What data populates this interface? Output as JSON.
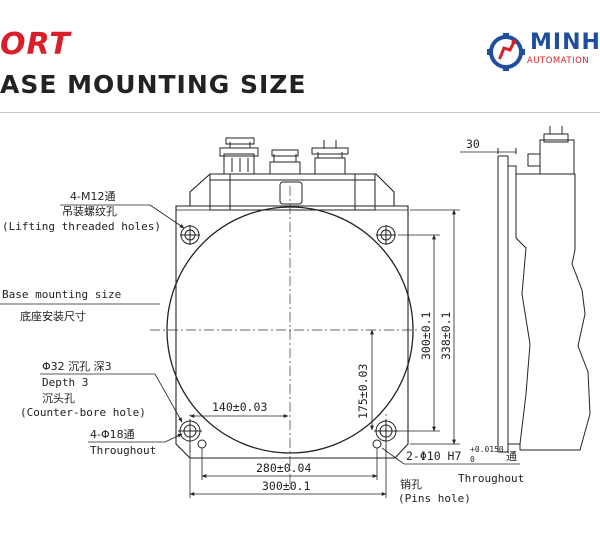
{
  "header": {
    "brand": "ORT",
    "title": "ASE MOUNTING SIZE"
  },
  "logo": {
    "name": "MINH",
    "tagline": "AUTOMATION"
  },
  "drawing": {
    "labels": {
      "lift_spec": "4-M12通",
      "lift_cn": "吊装螺纹孔",
      "lift_en": "(Lifting threaded holes)",
      "base_en": "Base mounting size",
      "base_cn": "底座安装尺寸",
      "cb_spec": "Φ32 沉孔 深3",
      "cb_depth": "Depth 3",
      "cb_cn": "沉头孔",
      "cb_en": "(Counter-bore hole)",
      "thru_spec": "4-Φ18通",
      "thru_en": "Throughout",
      "pin_spec": "2-Φ10 H7",
      "pin_tol": "+0.0150",
      "pin_tol_low": "0",
      "pin_tong": "通",
      "pin_through": "Throughout",
      "pin_cn": "销孔",
      "pin_en": "(Pins hole)"
    },
    "dims": {
      "d140": "140±0.03",
      "d175": "175±0.03",
      "d280": "280±0.04",
      "d300w": "300±0.1",
      "d300h": "300±0.1",
      "d338": "338±0.1",
      "d30": "30"
    }
  }
}
